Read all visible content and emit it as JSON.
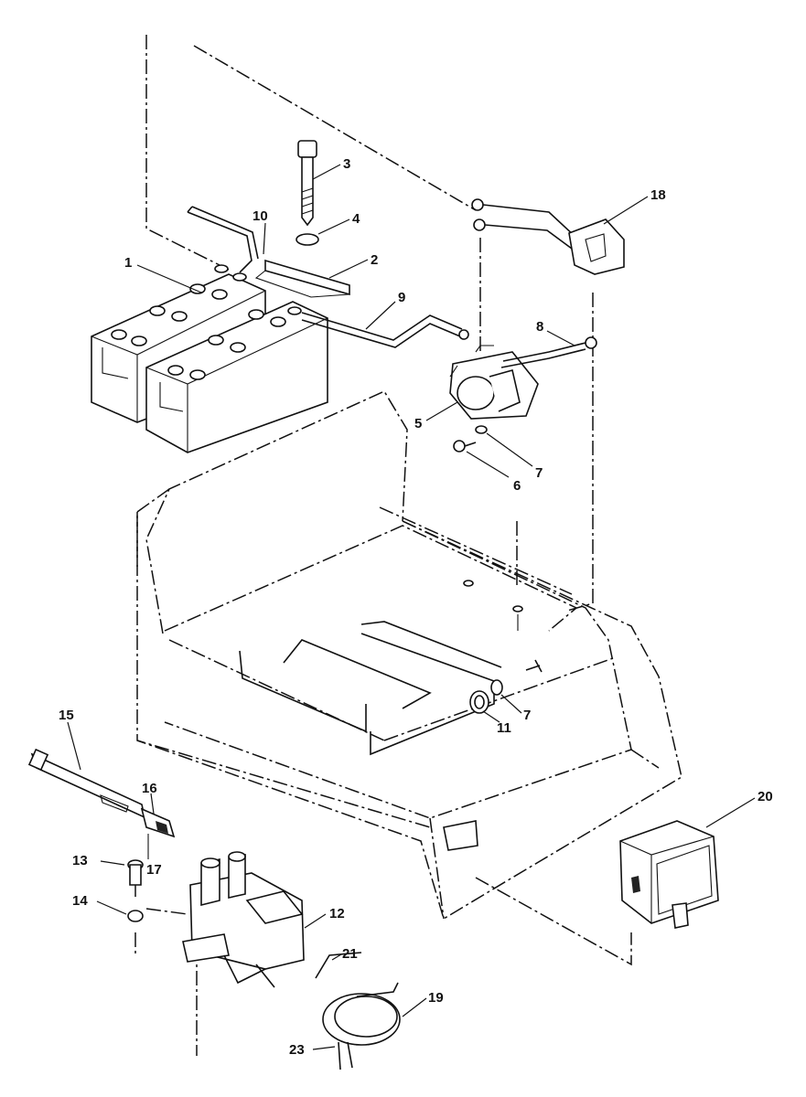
{
  "labels": {
    "p1": "1",
    "p2": "2",
    "p3": "3",
    "p4": "4",
    "p5": "5",
    "p6": "6",
    "p7a": "7",
    "p7b": "7",
    "p8": "8",
    "p9": "9",
    "p10": "10",
    "p11": "11",
    "p12": "12",
    "p13": "13",
    "p14": "14",
    "p15": "15",
    "p16": "16",
    "p17": "17",
    "p18": "18",
    "p19": "19",
    "p20": "20",
    "p21": "21",
    "p23": "23"
  }
}
